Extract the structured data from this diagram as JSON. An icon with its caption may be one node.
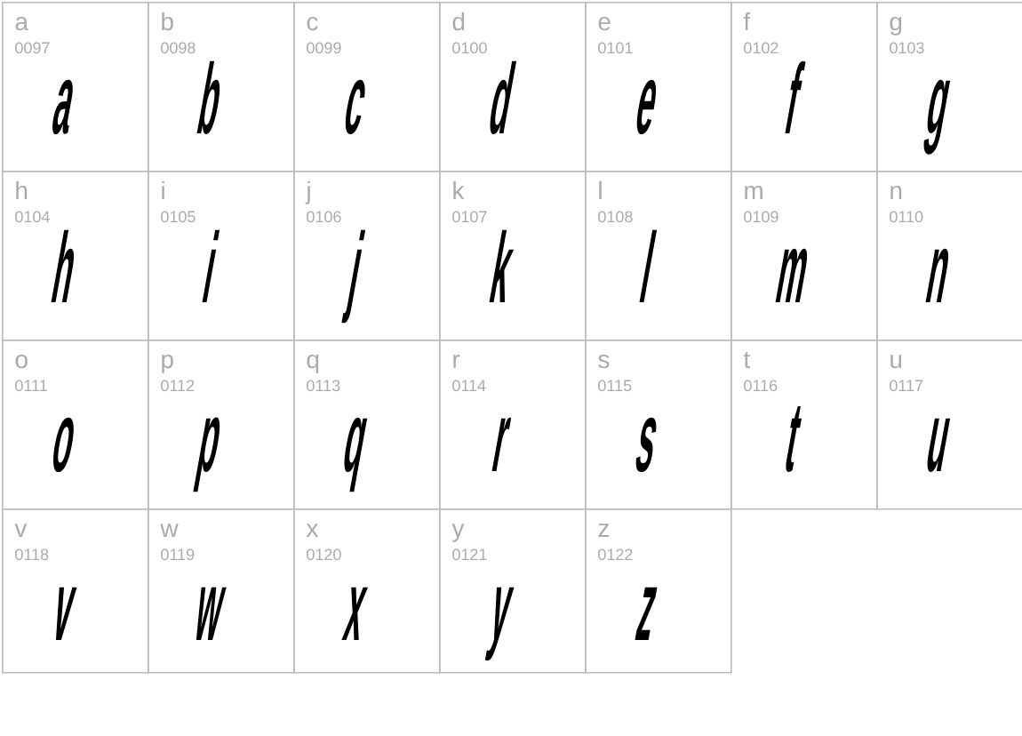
{
  "diagram": {
    "nodes": [
      {
        "text": [
          "a",
          "0097",
          "a"
        ]
      },
      {
        "text": [
          "b",
          "0098",
          "b"
        ]
      },
      {
        "text": [
          "c",
          "0099",
          "c"
        ]
      },
      {
        "text": [
          "d",
          "0100",
          "d"
        ]
      },
      {
        "text": [
          "e",
          "0101",
          "e"
        ]
      },
      {
        "text": [
          "f",
          "0102",
          "f"
        ]
      },
      {
        "text": [
          "g",
          "0103",
          "g"
        ]
      },
      {
        "text": [
          "h",
          "0104",
          "h"
        ]
      },
      {
        "text": [
          "i",
          "0105",
          "i"
        ]
      },
      {
        "text": [
          "j",
          "0106",
          "j"
        ]
      },
      {
        "text": [
          "k",
          "0107",
          "k"
        ]
      },
      {
        "text": [
          "l",
          "0108",
          "l"
        ]
      },
      {
        "text": [
          "m",
          "0109",
          "m"
        ]
      },
      {
        "text": [
          "n",
          "0110",
          "n"
        ]
      },
      {
        "text": [
          "o",
          "0111",
          "o"
        ]
      },
      {
        "text": [
          "p",
          "0112",
          "p"
        ]
      },
      {
        "text": [
          "q",
          "0113",
          "q"
        ]
      },
      {
        "text": [
          "r",
          "0114",
          "r"
        ]
      },
      {
        "text": [
          "s",
          "0115",
          "s"
        ]
      },
      {
        "text": [
          "t",
          "0116",
          "t"
        ]
      },
      {
        "text": [
          "u",
          "0117",
          "u"
        ]
      },
      {
        "text": [
          "v",
          "0118",
          "v"
        ]
      },
      {
        "text": [
          "w",
          "0119",
          "w"
        ]
      },
      {
        "text": [
          "x",
          "0120",
          "x"
        ]
      },
      {
        "text": [
          "y",
          "0121",
          "y"
        ]
      },
      {
        "text": [
          "z",
          "0122",
          "z"
        ]
      }
    ]
  }
}
